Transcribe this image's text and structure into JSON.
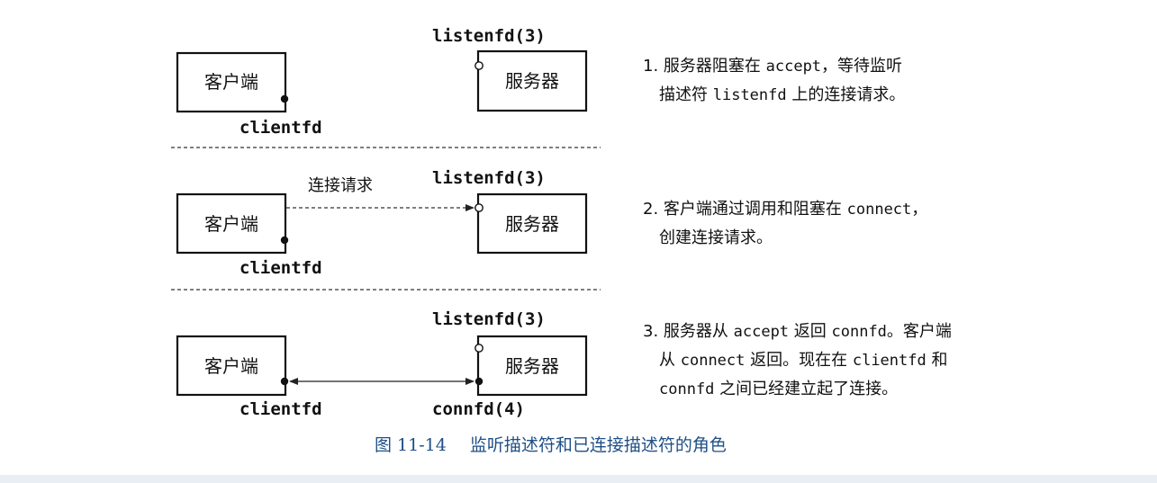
{
  "client_label": "客户端",
  "server_label": "服务器",
  "listenfd_label": "listenfd(3)",
  "clientfd_label": "clientfd",
  "connfd_label": "connfd(4)",
  "request_label": "连接请求",
  "steps": [
    {
      "line1": [
        "1. 服务器阻塞在 ",
        "accept",
        "，等待监听"
      ],
      "line2": [
        "描述符 ",
        "listenfd",
        " 上的连接请求。"
      ]
    },
    {
      "line1": [
        "2. 客户端通过调用和阻塞在 ",
        "connect",
        "，"
      ],
      "line2": [
        "创建连接请求。"
      ]
    },
    {
      "line1": [
        "3. 服务器从 ",
        "accept",
        " 返回 ",
        "connfd",
        "。客户端"
      ],
      "line2": [
        "从 ",
        "connect",
        " 返回。现在在 ",
        "clientfd",
        " 和"
      ],
      "line3": [
        "connfd",
        " 之间已经建立起了连接。"
      ]
    }
  ],
  "caption": {
    "number": "图 11-14",
    "title": "监听描述符和已连接描述符的角色"
  }
}
